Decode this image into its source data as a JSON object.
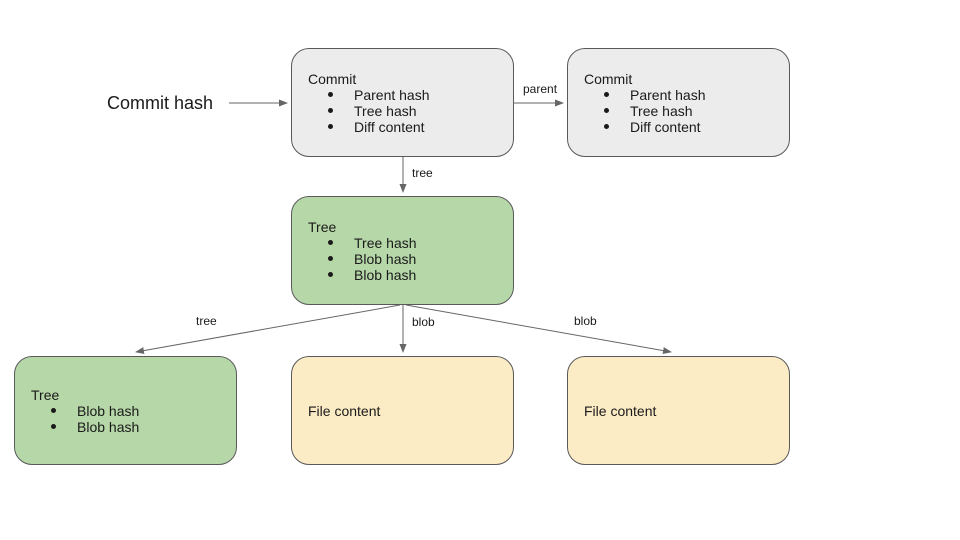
{
  "diagram": {
    "intro_label": "Commit hash",
    "nodes": {
      "commit1": {
        "title": "Commit",
        "bullets": [
          "Parent hash",
          "Tree hash",
          "Diff content"
        ]
      },
      "commit2": {
        "title": "Commit",
        "bullets": [
          "Parent hash",
          "Tree hash",
          "Diff content"
        ]
      },
      "tree_main": {
        "title": "Tree",
        "bullets": [
          "Tree hash",
          "Blob hash",
          "Blob hash"
        ]
      },
      "tree_sub": {
        "title": "Tree",
        "bullets": [
          "Blob hash",
          "Blob hash"
        ]
      },
      "file1": {
        "title": "File content"
      },
      "file2": {
        "title": "File content"
      }
    },
    "edges": {
      "parent": "parent",
      "tree_commit": "tree",
      "tree_sub": "tree",
      "blob_mid": "blob",
      "blob_right": "blob"
    },
    "colors": {
      "commit_fill": "#ececec",
      "tree_fill": "#b6d7a8",
      "file_fill": "#fcecc5",
      "node_border": "#595959",
      "arrow": "#666666",
      "text": "#1a1a1a"
    }
  }
}
